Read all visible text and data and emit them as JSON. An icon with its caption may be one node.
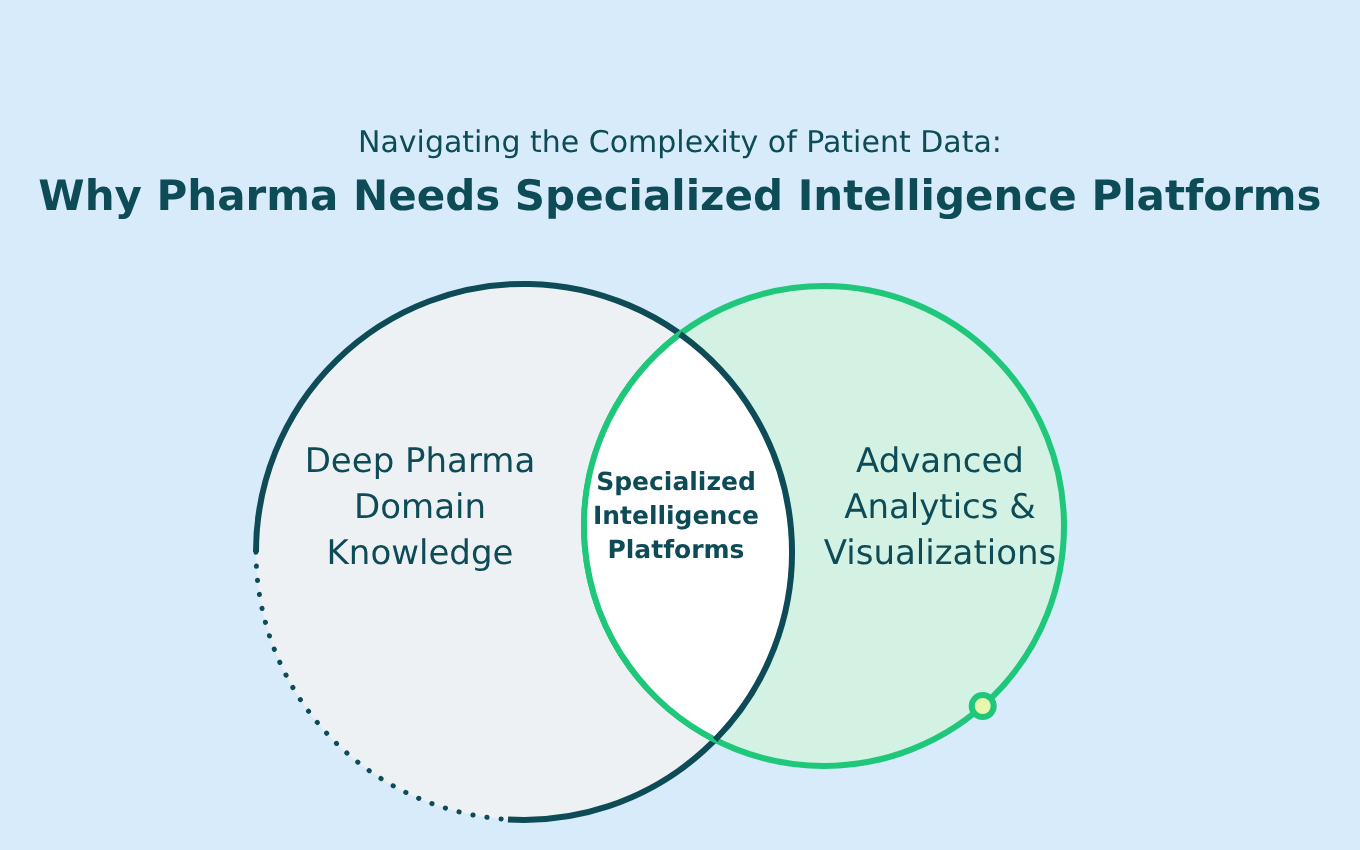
{
  "diagram": {
    "title": "Why Pharma Needs Specialized Intelligence Platforms",
    "nodes": [
      {
        "text": [
          "Deep Pharma Domain Knowledge"
        ]
      },
      {
        "text": [
          "Advanced Analytics & Visualizations"
        ]
      },
      {
        "text": [
          "Specialized Intelligence Platforms"
        ]
      }
    ],
    "labels": [
      "Navigating the Complexity of Patient Data:"
    ]
  }
}
